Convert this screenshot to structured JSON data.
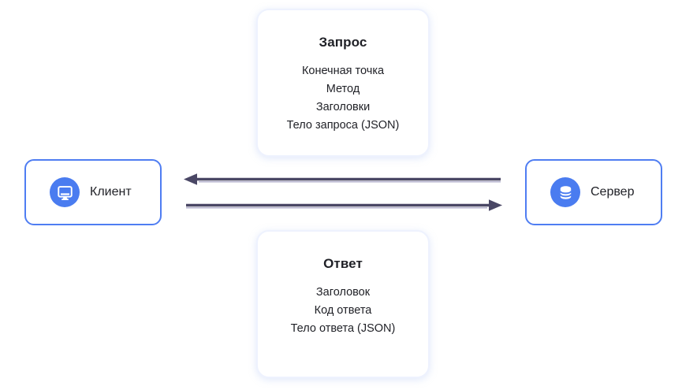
{
  "diagram": {
    "request_card": {
      "title": "Запрос",
      "items": [
        "Конечная точка",
        "Метод",
        "Заголовки",
        "Тело запроса (JSON)"
      ]
    },
    "response_card": {
      "title": "Ответ",
      "items": [
        "Заголовок",
        "Код ответа",
        "Тело ответа (JSON)"
      ]
    },
    "client_node": {
      "label": "Клиент",
      "icon": "monitor-icon"
    },
    "server_node": {
      "label": "Сервер",
      "icon": "database-icon"
    },
    "colors": {
      "accent_blue": "#4a7cf0",
      "node_border_blue": "#4f7df2",
      "arrow": "#4a4765",
      "arrow_shadow": "#b5b3ce",
      "card_border": "#eef2fe",
      "text": "#1f2026"
    }
  }
}
